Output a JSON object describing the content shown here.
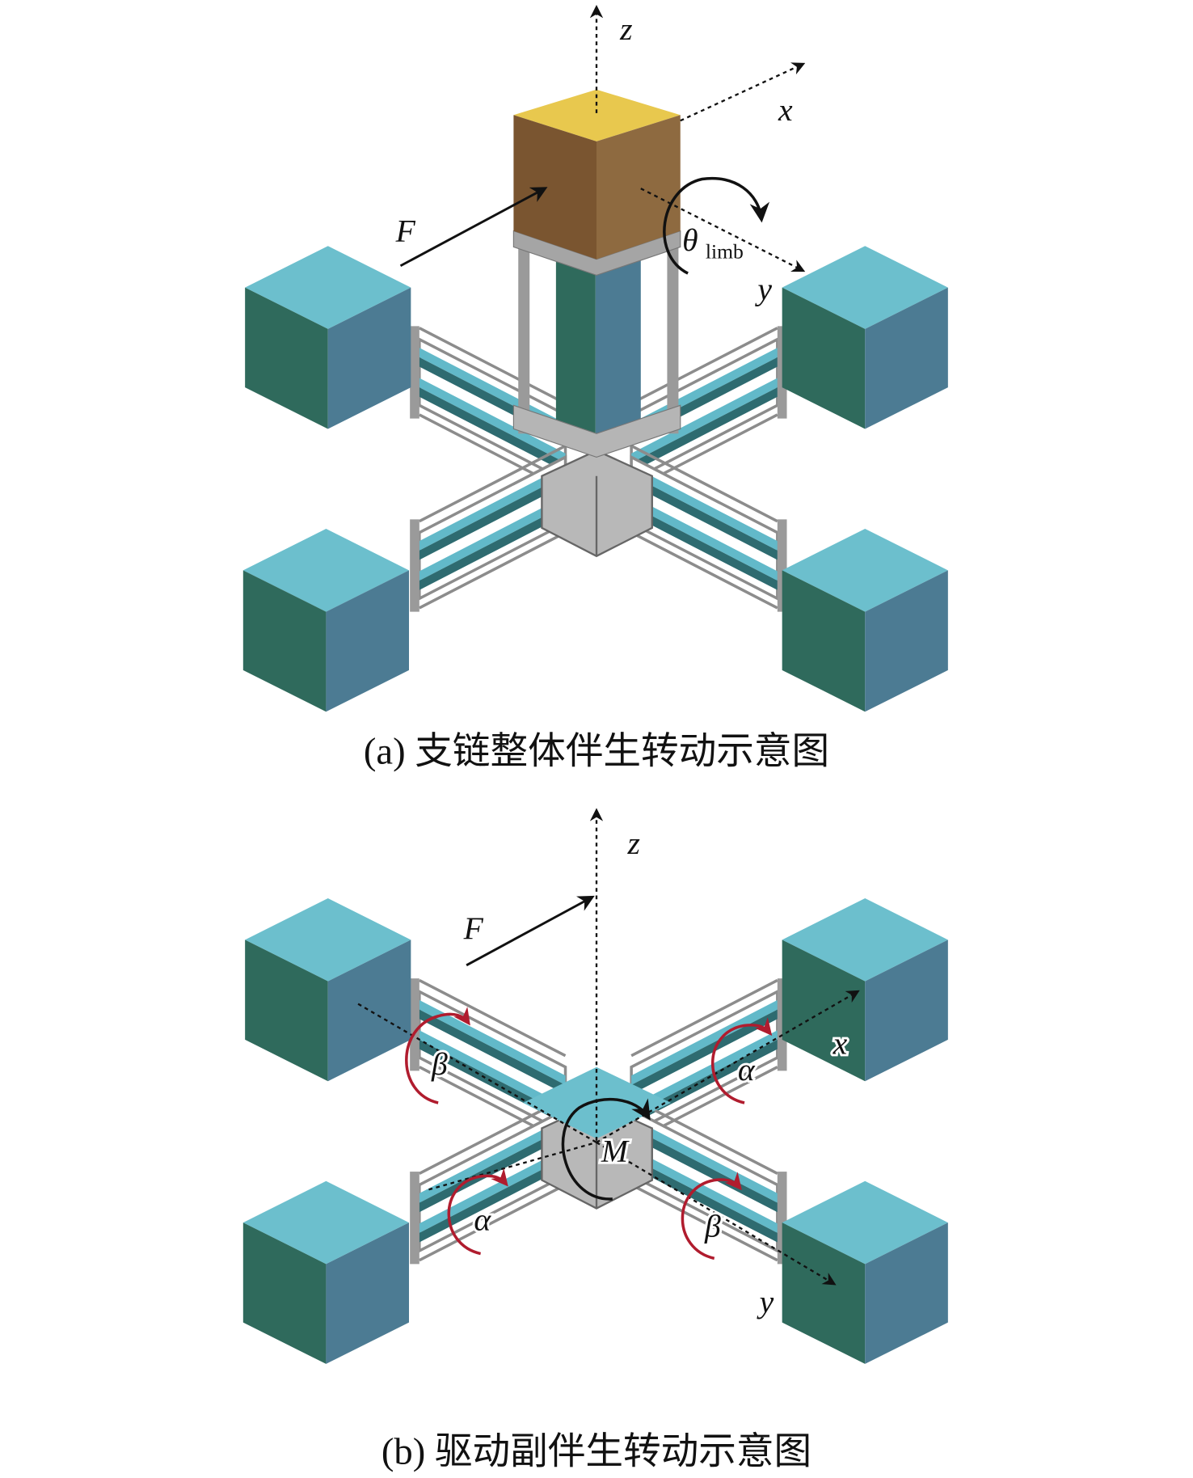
{
  "panel_a": {
    "caption": "(a) 支链整体伴生转动示意图",
    "labels": {
      "z": "z",
      "x": "x",
      "y": "y",
      "F": "F",
      "theta": "θ",
      "theta_sub": "limb"
    }
  },
  "panel_b": {
    "caption": "(b) 驱动副伴生转动示意图",
    "labels": {
      "z": "z",
      "x": "x",
      "y": "y",
      "F": "F",
      "M": "M",
      "alpha_1": "α",
      "alpha_2": "α",
      "beta_1": "β",
      "beta_2": "β"
    }
  },
  "colors": {
    "cube_top": "#6cbfcd",
    "cube_left": "#2f6a5c",
    "cube_right": "#4c7b93",
    "frame": "#8c8c8c",
    "bar_top": "#62b9c9",
    "bar_side": "#2e6b70",
    "block_top": "#e8c84e",
    "block_left": "#7a5530",
    "block_right": "#8e6a40",
    "rotation_red": "#b01c2e",
    "arrow": "#111111"
  }
}
